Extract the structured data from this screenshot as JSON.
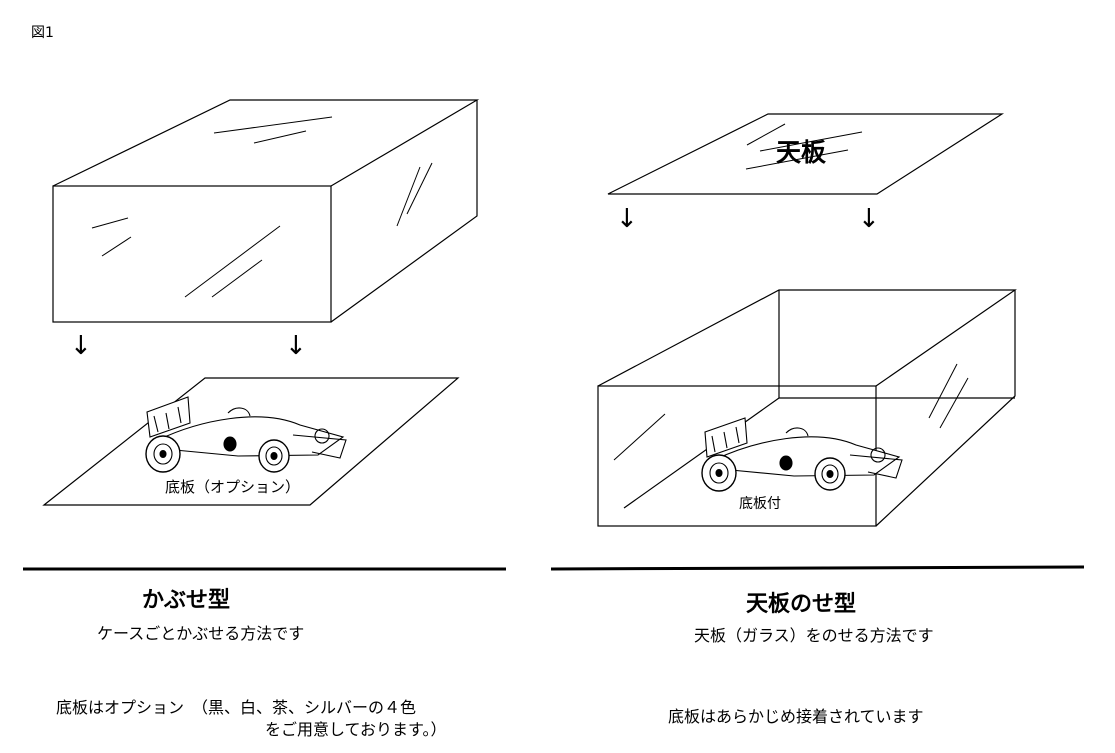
{
  "figure_label": "図1",
  "arrow_glyph": "↓",
  "left": {
    "base_label": "底板（オプション）",
    "heading": "かぶせ型",
    "description": "ケースごとかぶせる方法です",
    "note_line1": "底板はオプション　（黒、白、茶、シルバーの４色",
    "note_line2": "をご用意しております。）"
  },
  "right": {
    "top_label": "天板",
    "base_label": "底板付",
    "heading": "天板のせ型",
    "description": "天板（ガラス）をのせる方法です",
    "note": "底板はあらかじめ接着されています"
  }
}
